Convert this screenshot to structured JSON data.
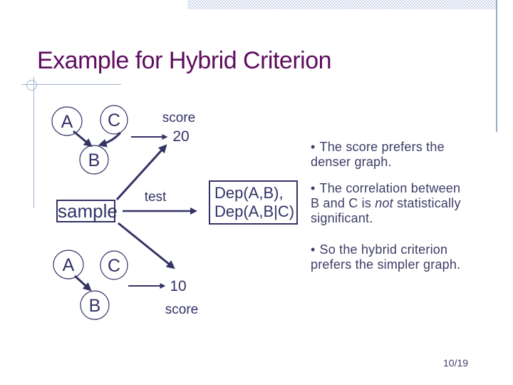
{
  "slide": {
    "title": "Example for Hybrid Criterion",
    "page_number": "10/19"
  },
  "diagram": {
    "dense_graph": {
      "node_a": "A",
      "node_b": "B",
      "node_c": "C"
    },
    "sparse_graph": {
      "node_a": "A",
      "node_b": "B",
      "node_c": "C"
    },
    "dense_score_label": "score",
    "dense_score_value": "20",
    "sample_box_label": "sample",
    "test_label": "test",
    "dep_box": {
      "line1": "Dep(A,B),",
      "line2": "Dep(A,B|C)"
    },
    "sparse_score_value": "10",
    "sparse_score_label": "score"
  },
  "bullets": {
    "marker": "•",
    "item1": {
      "text": "The score prefers the denser graph."
    },
    "item2": {
      "before": "The correlation between B and C is ",
      "emphasis": "not",
      "after": " statistically significant."
    },
    "item3": {
      "text": "So the hybrid criterion prefers the simpler graph."
    }
  },
  "colors": {
    "title": "#5E0D5E",
    "diagram_ink": "#333366",
    "body_text": "#3D3D66",
    "accent_band": "#C8D5E9",
    "accent_line": "#97ABCC",
    "ornament_line": "#A3B5D2"
  }
}
